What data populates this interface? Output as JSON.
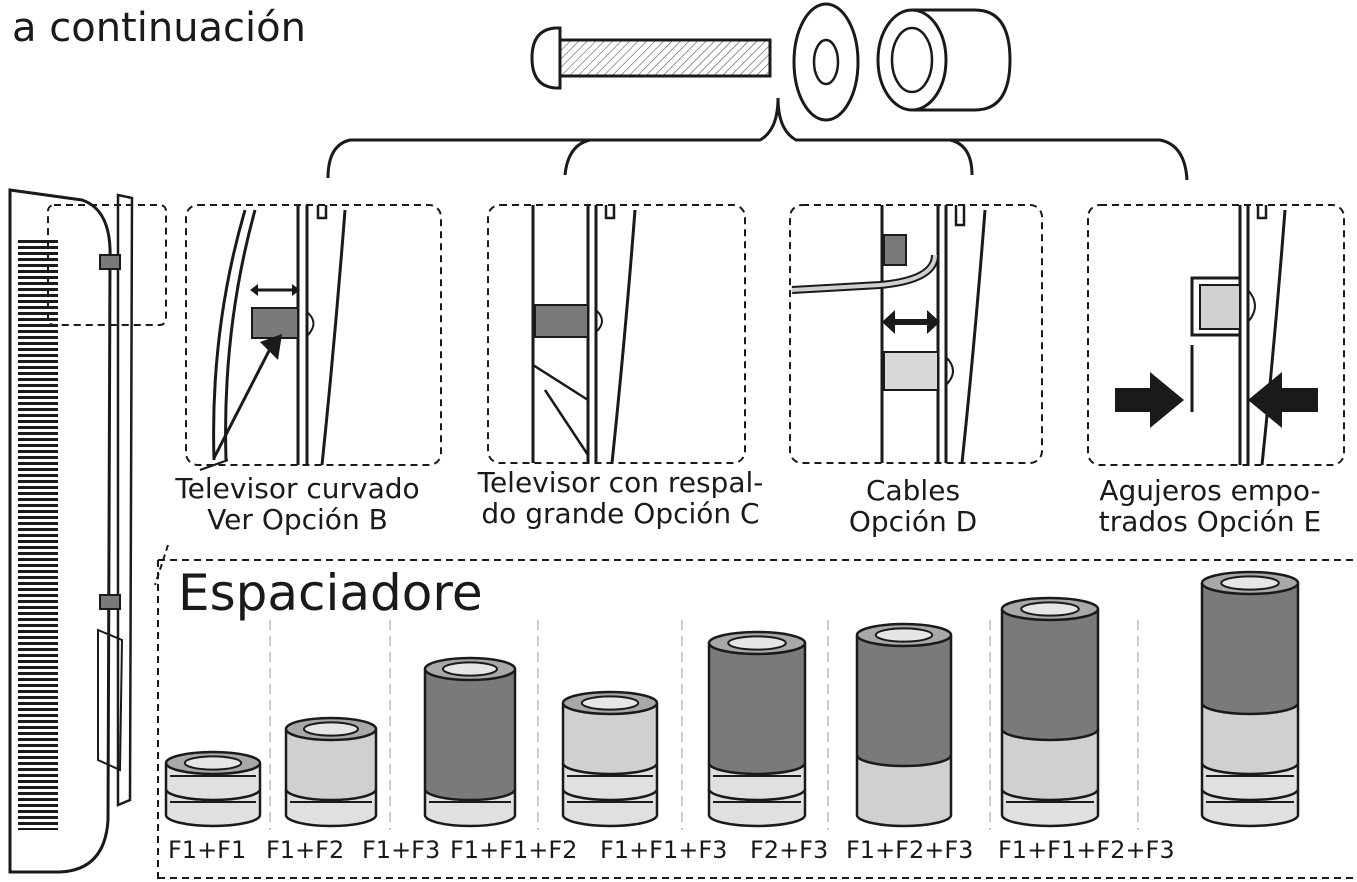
{
  "heading": "a continuación",
  "options": [
    {
      "id": "b",
      "line1": "Televisor curvado",
      "line2": "Ver Opción B"
    },
    {
      "id": "c",
      "line1": "Televisor con respal-",
      "line2": "do grande Opción C"
    },
    {
      "id": "d",
      "line1": "Cables",
      "line2": "Opción D"
    },
    {
      "id": "e",
      "line1": "Agujeros empo-",
      "line2": "trados Opción E"
    }
  ],
  "spacers": {
    "title": "Espaciadore",
    "combos": [
      "F1+F1",
      "F1+F2",
      "F1+F3",
      "F1+F1+F2",
      "F1+F1+F3",
      "F2+F3",
      "F1+F2+F3",
      "F1+F1+F2+F3"
    ]
  },
  "colors": {
    "line": "#1a1a1a",
    "dark_gray": "#7a7a7a",
    "light_gray": "#d0d0d0",
    "mid_gray": "#a8a8a8"
  }
}
